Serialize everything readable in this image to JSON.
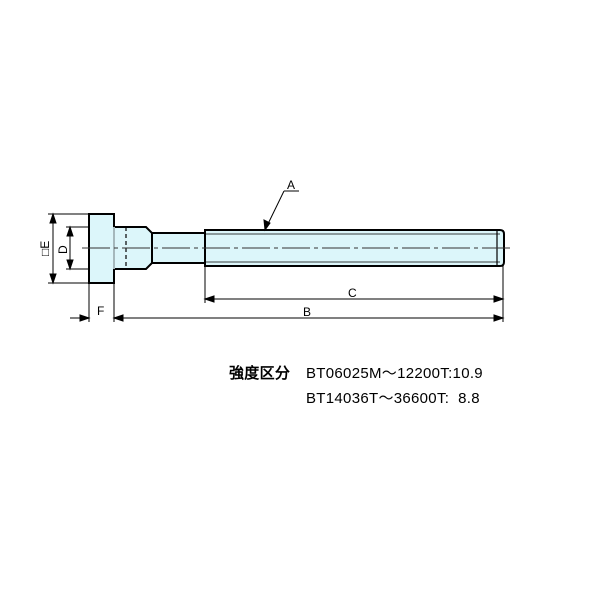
{
  "drawing": {
    "type": "T-bolt technical drawing",
    "colors": {
      "fill": "#dcf6fa",
      "outline": "#000000",
      "centerline": "#333333"
    },
    "labels": {
      "A": "A",
      "B": "B",
      "C": "C",
      "D": "D",
      "E": "□E",
      "F": "F"
    }
  },
  "spec": {
    "heading": "強度区分",
    "line1": "BT06025M〜12200T:10.9",
    "line2": "BT14036T〜36600T:  8.8"
  }
}
